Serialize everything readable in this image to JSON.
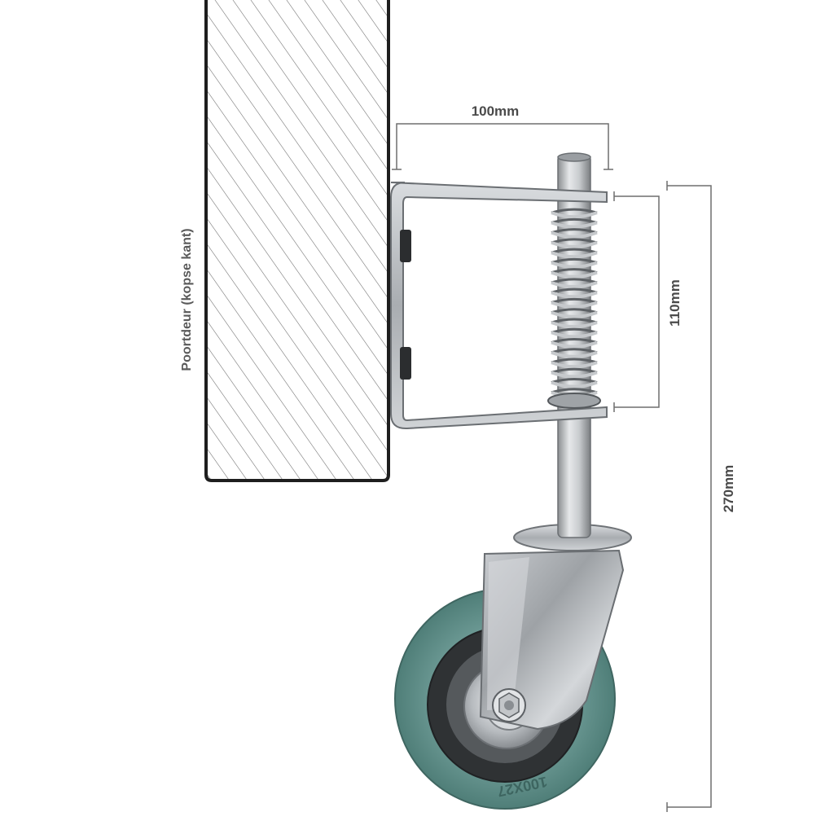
{
  "labels": {
    "door_label": "Poortdeur (kopse kant)",
    "width_label": "100mm",
    "spring_label": "110mm",
    "height_label": "270mm",
    "tire_marking": "100X27"
  },
  "colors": {
    "door_outline": "#1e1e1e",
    "hatch": "#6a6a6a",
    "dimension_line": "#6e6e6e",
    "dimension_text": "#4a4a4a",
    "steel": "#b9bcbf",
    "tire": "#5f8f8a"
  }
}
